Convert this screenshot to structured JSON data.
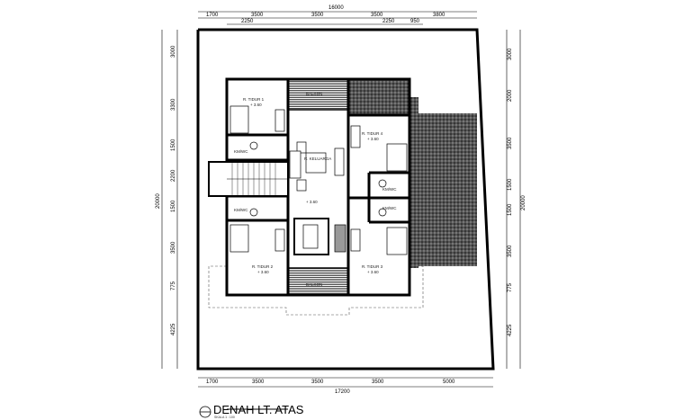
{
  "drawing": {
    "title": "DENAH LT. ATAS",
    "scale": "SKALA 1 : 100",
    "dims_top": {
      "total": "16000",
      "row1": [
        "1700",
        "3500",
        "3500",
        "3500",
        "3800"
      ],
      "row2": [
        "2250",
        "2250",
        "950"
      ]
    },
    "dims_bottom": {
      "total": "17200",
      "row1": [
        "1700",
        "3500",
        "3500",
        "3500",
        "5000"
      ]
    },
    "dims_left": {
      "total": "20000",
      "segments": [
        "3000",
        "3300",
        "1500",
        "2200",
        "1500",
        "3500",
        "775",
        "4225"
      ]
    },
    "dims_right": {
      "total": "20000",
      "segments": [
        "3000",
        "2000",
        "3500",
        "1500",
        "1500",
        "3500",
        "775",
        "4225"
      ]
    },
    "rooms": {
      "bed1": "R. TIDUR 1",
      "bed2": "R. TIDUR 2",
      "bed3": "R. TIDUR 3",
      "bed4": "R. TIDUR 4",
      "wc": "KM/WC",
      "balcony": "BALKON",
      "family": "R. KELUARGA",
      "level": "+ 3.60"
    }
  }
}
